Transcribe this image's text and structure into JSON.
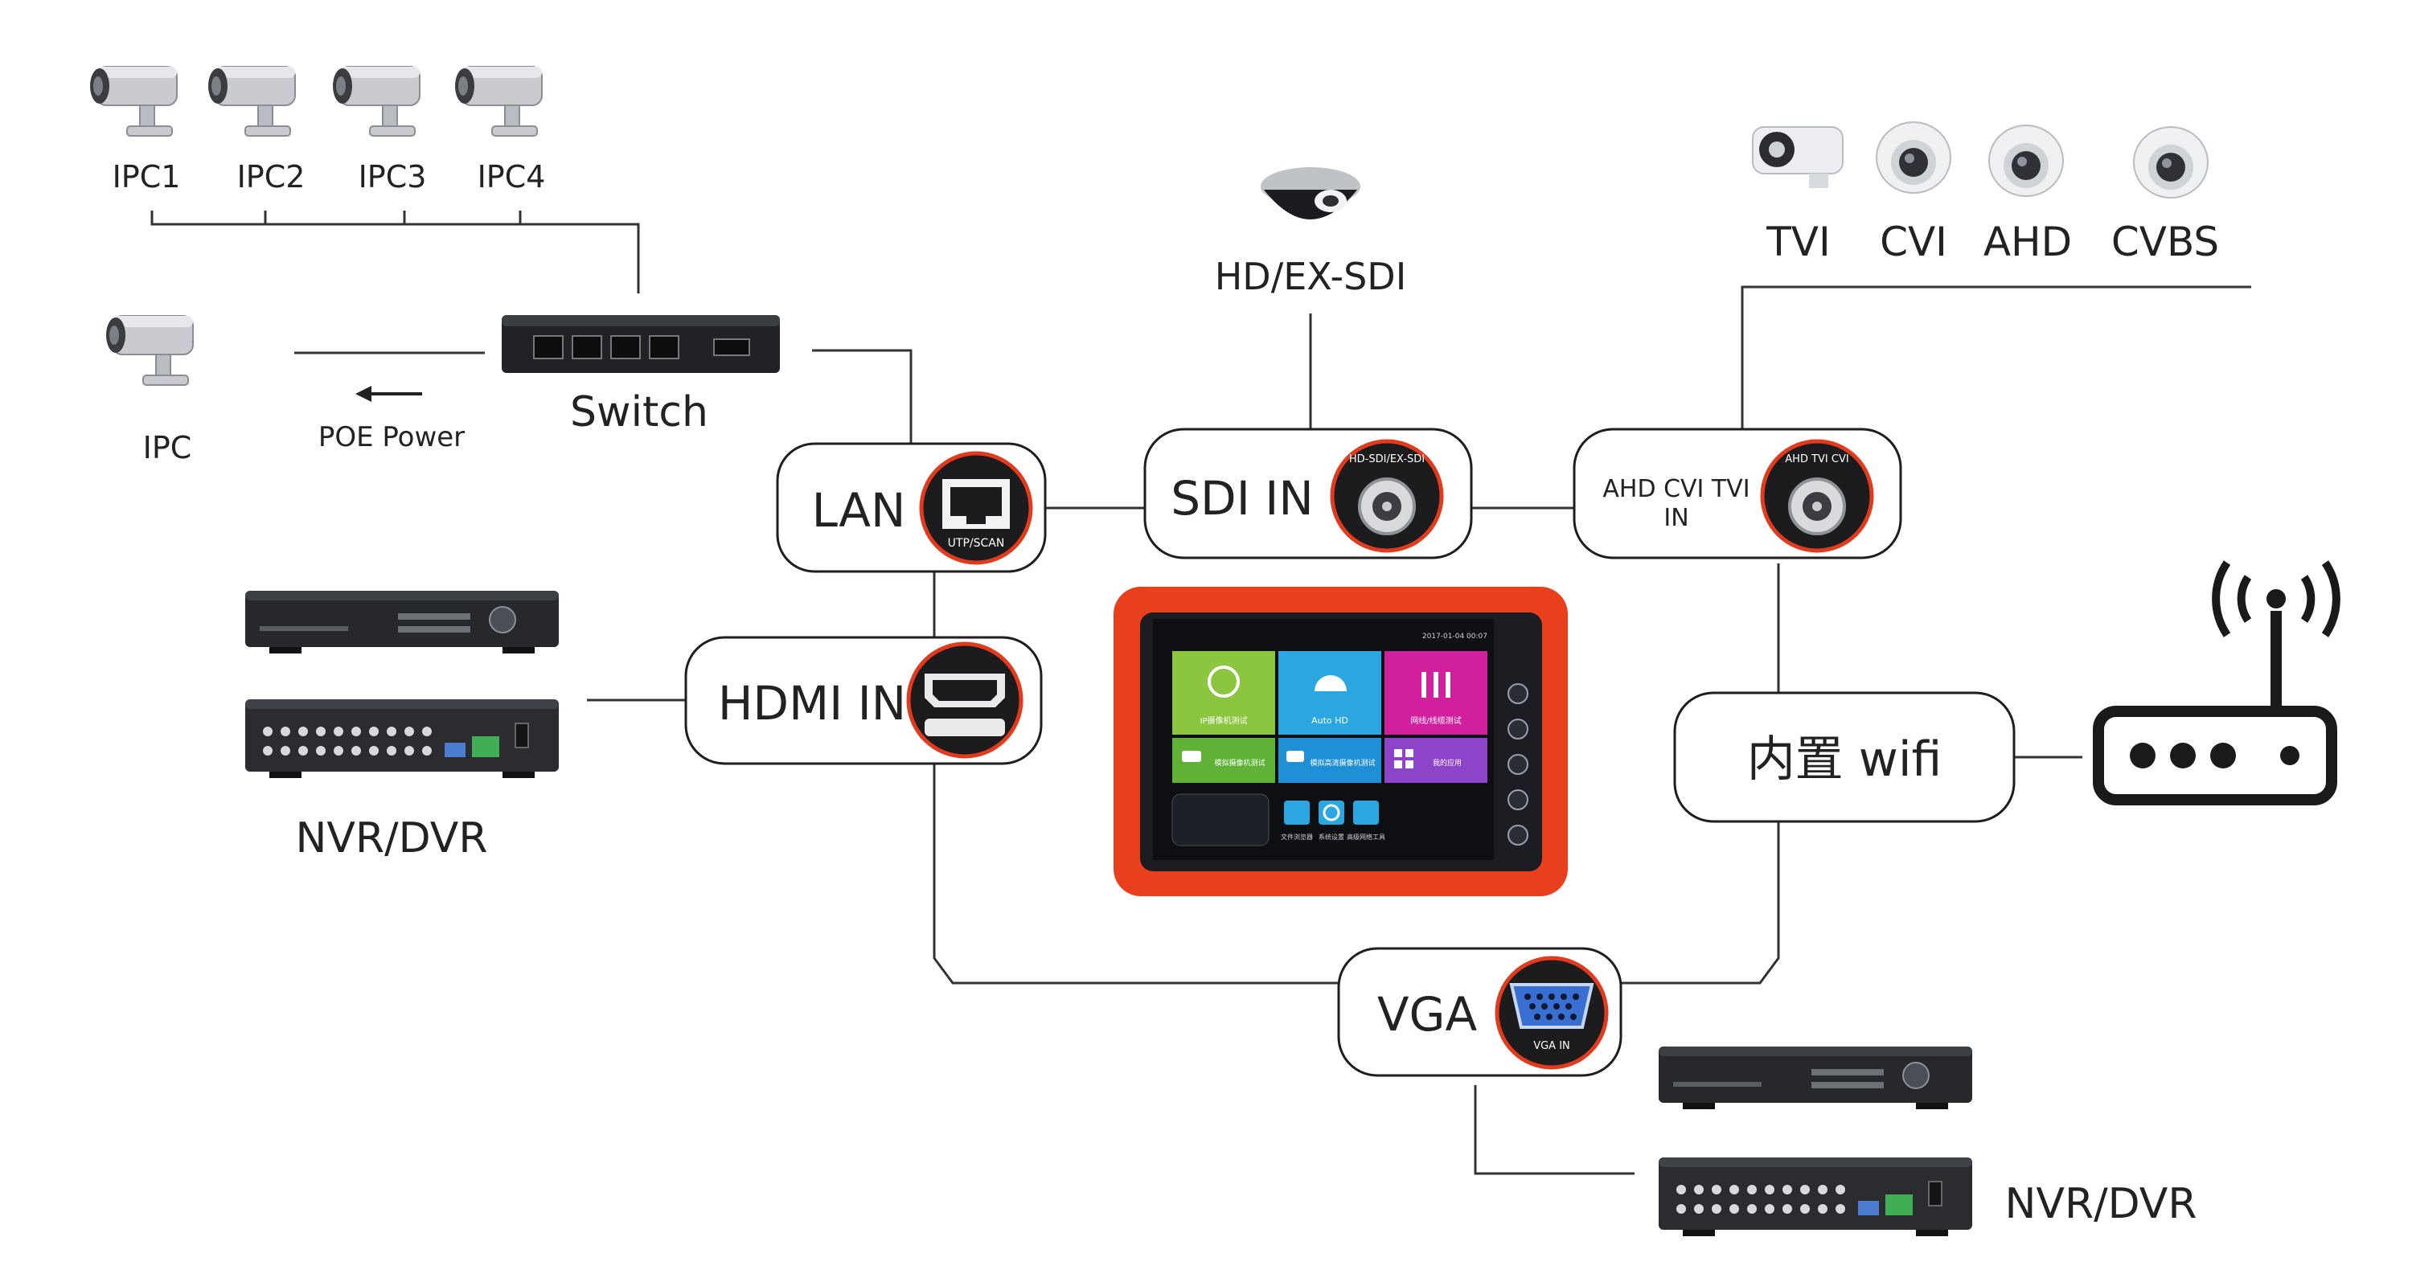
{
  "cameras_top": [
    "IPC1",
    "IPC2",
    "IPC3",
    "IPC4"
  ],
  "ipc_label": "IPC",
  "poe_label": "POE Power",
  "switch_label": "Switch",
  "sdi_camera_label": "HD/EX-SDI",
  "analog_cameras": [
    "TVI",
    "CVI",
    "AHD",
    "CVBS"
  ],
  "nodes": {
    "lan": {
      "label": "LAN",
      "port": "UTP/SCAN"
    },
    "sdi": {
      "label": "SDI IN",
      "port": "HD-SDI/EX-SDI"
    },
    "ahd": {
      "label_line1": "AHD CVI TVI",
      "label_line2": "IN",
      "port": "AHD TVI CVI"
    },
    "hdmi": {
      "label": "HDMI IN"
    },
    "wifi": {
      "label": "内置 wifi"
    },
    "vga": {
      "label": "VGA",
      "port": "VGA IN"
    }
  },
  "recorder_left_label": "NVR/DVR",
  "recorder_right_label": "NVR/DVR",
  "tester": {
    "status": "2017-01-04 00:07",
    "tiles": [
      "IP摄像机测试",
      "Auto HD",
      "网线/线缆测试",
      "模拟摄像机测试",
      "模拟高清摄像机测试",
      "我的应用"
    ],
    "apps": [
      "文件浏览器",
      "系统设置",
      "高级网络工具"
    ]
  },
  "colors": {
    "frame_red": "#e8401c",
    "tile_green": "#8cc63f",
    "tile_blue": "#2aa7e0",
    "tile_magenta": "#d21f9e",
    "tile_green2": "#5fb236",
    "tile_blue2": "#1f8fd6",
    "tile_purple": "#8e44c8"
  }
}
